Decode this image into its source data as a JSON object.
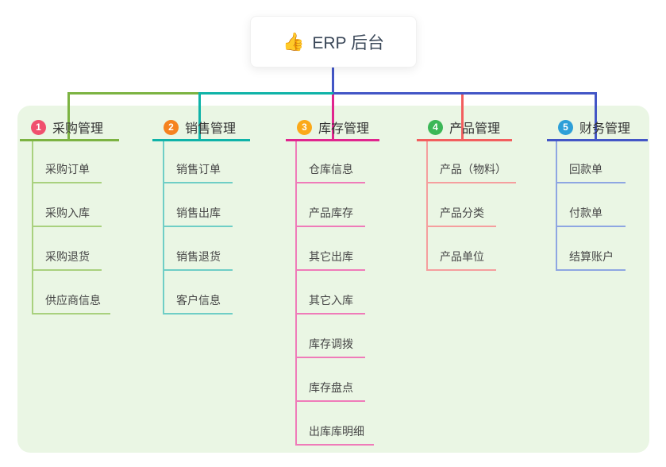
{
  "root": {
    "icon": "thumbs-up",
    "icon_glyph": "👍",
    "label": "ERP 后台"
  },
  "colors": {
    "canvas_background": "#FFFFFF",
    "panel_background": "#EAF6E4",
    "root_connector": "#4356C6",
    "branch_line_colors": [
      "#7CB342",
      "#0FB3A8",
      "#E0258E",
      "#F25E5E",
      "#4356C6"
    ],
    "branch_child_line_colors": [
      "#A9D17E",
      "#6FCEC6",
      "#EF7BB9",
      "#F59E9E",
      "#8EA6E2"
    ],
    "badge_colors": [
      "#F0506E",
      "#F5821F",
      "#FBA919",
      "#3CB757",
      "#2D9FD8"
    ]
  },
  "branches": [
    {
      "number": "1",
      "label": "采购管理",
      "children": [
        "采购订单",
        "采购入库",
        "采购退货",
        "供应商信息"
      ]
    },
    {
      "number": "2",
      "label": "销售管理",
      "children": [
        "销售订单",
        "销售出库",
        "销售退货",
        "客户信息"
      ]
    },
    {
      "number": "3",
      "label": "库存管理",
      "children": [
        "仓库信息",
        "产品库存",
        "其它出库",
        "其它入库",
        "库存调拨",
        "库存盘点",
        "出库库明细"
      ]
    },
    {
      "number": "4",
      "label": "产品管理",
      "children": [
        "产品（物料）",
        "产品分类",
        "产品单位"
      ]
    },
    {
      "number": "5",
      "label": "财务管理",
      "children": [
        "回款单",
        "付款单",
        "结算账户"
      ]
    }
  ]
}
